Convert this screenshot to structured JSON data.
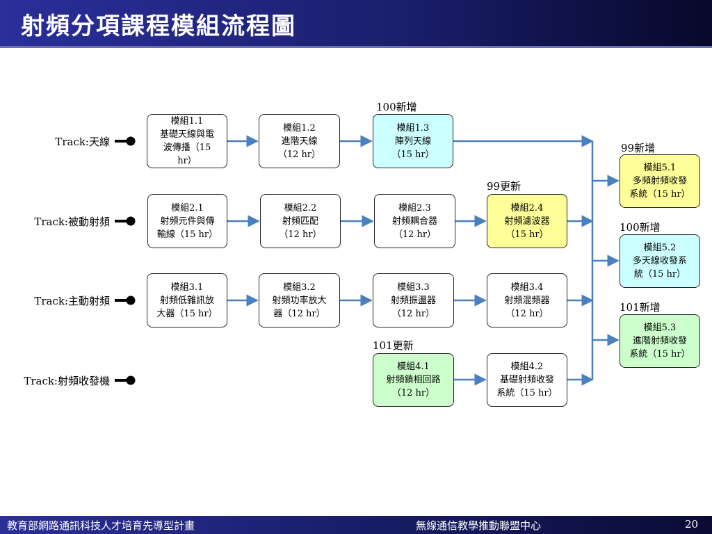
{
  "slide": {
    "title": "射頻分項課程模組流程圖",
    "footer_left": "教育部網路通訊科技人才培育先導型計畫",
    "footer_center": "無線通信教學推動聯盟中心",
    "page_number": "20"
  },
  "colors": {
    "arrow": "#4a7fc0",
    "box_white": "#ffffff",
    "box_cyan": "#ccffff",
    "box_yellow": "#ffff99",
    "box_green": "#ccffcc"
  },
  "tracks": [
    {
      "label": "Track:天線"
    },
    {
      "label": "Track:被動射頻"
    },
    {
      "label": "Track:主動射頻"
    },
    {
      "label": "Track:射頻收發機"
    }
  ],
  "modules": {
    "m1_1": "模組1.1\n基礎天線與電\n波傳播（15\nhr）",
    "m1_2": "模組1.2\n進階天線\n（12 hr）",
    "m1_3": "模組1.3\n陣列天線\n（15 hr）",
    "m2_1": "模組2.1\n射頻元件與傳\n輸線（15 hr）",
    "m2_2": "模組2.2\n射頻匹配\n（12 hr）",
    "m2_3": "模組2.3\n射頻耦合器\n（12 hr）",
    "m2_4": "模組2.4\n射頻濾波器\n（15 hr）",
    "m3_1": "模組3.1\n射頻低雜訊放\n大器（15 hr）",
    "m3_2": "模組3.2\n射頻功率放大\n器（12 hr）",
    "m3_3": "模組3.3\n射頻振盪器\n（12 hr）",
    "m3_4": "模組3.4\n射頻混頻器\n（12 hr）",
    "m4_1": "模組4.1\n射頻鎖相回路\n（12 hr）",
    "m4_2": "模組4.2\n基礎射頻收發\n系統（15 hr）",
    "m5_1": "模組5.1\n多頻射頻收發\n系統（15 hr）",
    "m5_2": "模組5.2\n多天線收發系\n統（15 hr）",
    "m5_3": "模組5.3\n進階射頻收發\n系統（15 hr）"
  },
  "notes": {
    "m1_3": "100新增",
    "m2_4": "99更新",
    "m4_1": "101更新",
    "m5_1": "99新增",
    "m5_2": "100新增",
    "m5_3": "101新增"
  }
}
